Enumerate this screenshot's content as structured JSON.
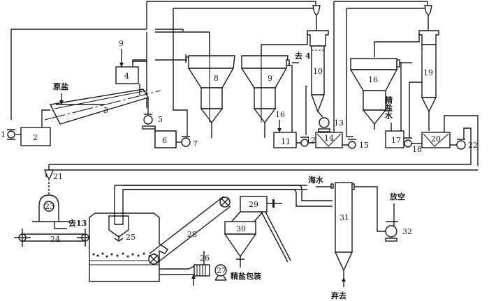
{
  "diagram": {
    "type": "process-flow",
    "labels": {
      "raw_salt": "原盐",
      "to_4": "去 4",
      "to_13": "去13",
      "fine_brine": "精盐水",
      "seawater": "海水",
      "vent": "放空",
      "discard": "弃去",
      "packaging": "精盐包装"
    },
    "equipment": [
      "1",
      "2",
      "3",
      "4",
      "5",
      "6",
      "7",
      "8",
      "9",
      "10",
      "11",
      "12",
      "13",
      "14",
      "15",
      "16",
      "17",
      "18",
      "19",
      "20",
      "21",
      "22",
      "23",
      "24",
      "25",
      "26",
      "27",
      "28",
      "29",
      "30",
      "31",
      "32"
    ],
    "inlet_numbers": {
      "into_4": "9",
      "into_11": "16"
    },
    "colors": {
      "ink": "#1a1a1a",
      "paper": "#ffffff"
    }
  }
}
